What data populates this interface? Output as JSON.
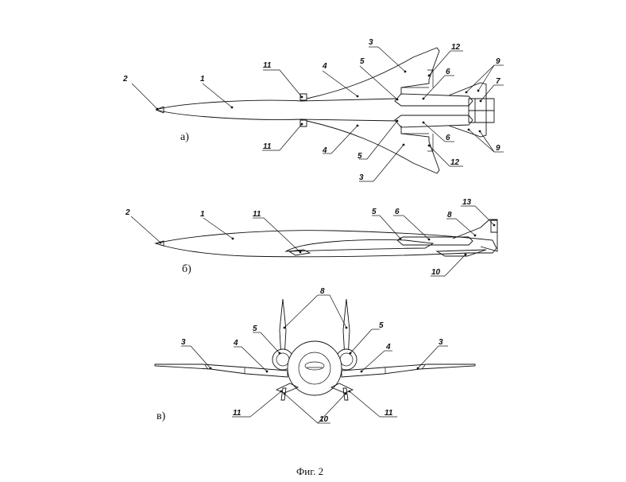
{
  "caption": "Фиг. 2",
  "views": {
    "a": "а)",
    "b": "б)",
    "v": "в)"
  },
  "callouts": {
    "top": {
      "n2": "2",
      "n1": "1",
      "n11u": "11",
      "n4u": "4",
      "n3u": "3",
      "n5u": "5",
      "n12u": "12",
      "n6u": "6",
      "n9u": "9",
      "n7": "7",
      "n11l": "11",
      "n4l": "4",
      "n5l": "5",
      "n6l": "6",
      "n12l": "12",
      "n9l": "9",
      "n3l": "3"
    },
    "side": {
      "n2": "2",
      "n1": "1",
      "n11": "11",
      "n5": "5",
      "n6": "6",
      "n13": "13",
      "n8": "8",
      "n10": "10"
    },
    "front": {
      "n8": "8",
      "n5l": "5",
      "n5r": "5",
      "n3l": "3",
      "n4l": "4",
      "n4r": "4",
      "n3r": "3",
      "n11l": "11",
      "n10": "10",
      "n11r": "11"
    }
  }
}
